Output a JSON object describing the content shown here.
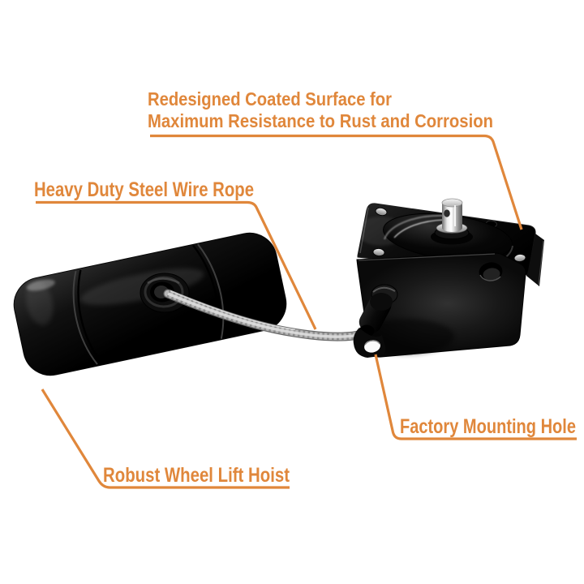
{
  "callouts": {
    "coated_surface_line1": "Redesigned Coated Surface for",
    "coated_surface_line2": "Maximum Resistance to Rust and Corrosion",
    "wire_rope": "Heavy Duty Steel Wire Rope",
    "mounting_hole": "Factory Mounting Hole",
    "hoist": "Robust Wheel Lift Hoist"
  },
  "colors": {
    "accent_orange": "#E0873B",
    "background": "#FFFFFF",
    "product_black": "#0A0A0A",
    "cable_silver": "#B7B7B7",
    "chrome": "#E8E8E8"
  }
}
